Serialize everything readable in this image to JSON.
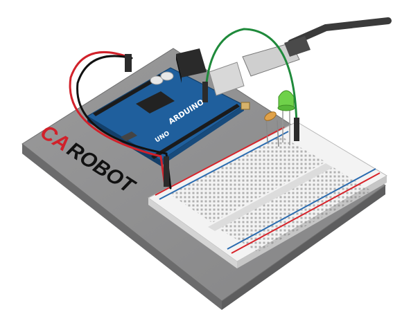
{
  "brand": {
    "part1": "CA",
    "part2": "ROBOT",
    "part1_color": "#d1212a",
    "part2_color": "#111111"
  },
  "board": {
    "logo_text": "ARDUINO",
    "model_text": "UNO",
    "color": "#1f5f9d"
  },
  "colors": {
    "base_plate": "#8f8f90",
    "breadboard": "#f2f2f2",
    "red_rail": "#d8232a",
    "blue_rail": "#2b6cb0",
    "wire_red": "#d1212a",
    "wire_black": "#111111",
    "wire_green": "#1f8a3b",
    "led": "#6fd14a",
    "usb_cable": "#3a3a3a"
  }
}
